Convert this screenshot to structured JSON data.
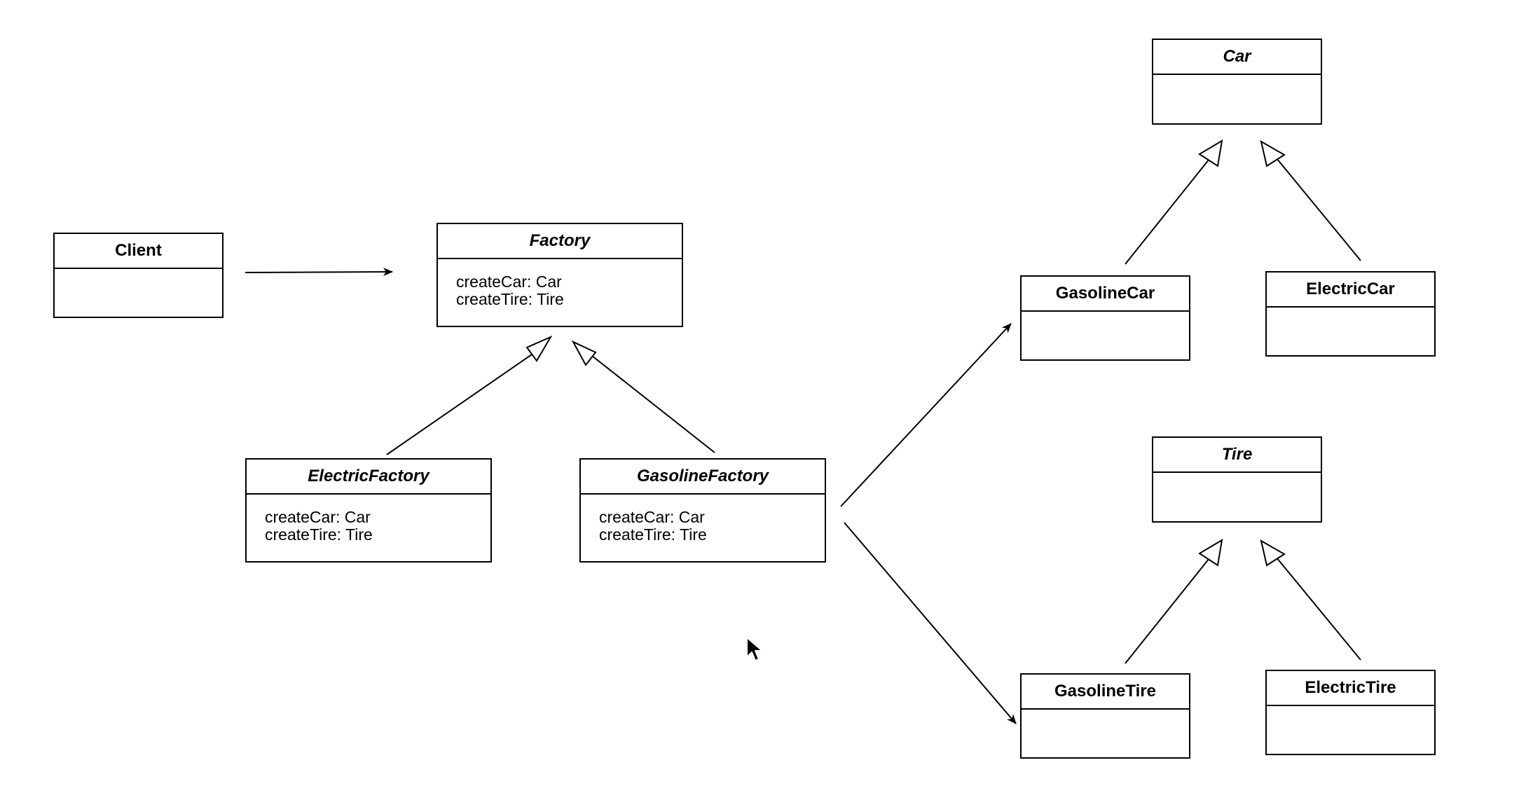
{
  "diagram": {
    "classes": {
      "client": {
        "name": "Client",
        "abstract": false,
        "methods": []
      },
      "factory": {
        "name": "Factory",
        "abstract": true,
        "methods": [
          "createCar: Car",
          "createTire: Tire"
        ]
      },
      "electric_factory": {
        "name": "ElectricFactory",
        "abstract": true,
        "methods": [
          "createCar: Car",
          "createTire: Tire"
        ]
      },
      "gasoline_factory": {
        "name": "GasolineFactory",
        "abstract": true,
        "methods": [
          "createCar: Car",
          "createTire: Tire"
        ]
      },
      "car": {
        "name": "Car",
        "abstract": true,
        "methods": []
      },
      "gasoline_car": {
        "name": "GasolineCar",
        "abstract": false,
        "methods": []
      },
      "electric_car": {
        "name": "ElectricCar",
        "abstract": false,
        "methods": []
      },
      "tire": {
        "name": "Tire",
        "abstract": true,
        "methods": []
      },
      "gasoline_tire": {
        "name": "GasolineTire",
        "abstract": false,
        "methods": []
      },
      "electric_tire": {
        "name": "ElectricTire",
        "abstract": false,
        "methods": []
      }
    },
    "relations": [
      {
        "from": "Client",
        "to": "Factory",
        "type": "association"
      },
      {
        "from": "ElectricFactory",
        "to": "Factory",
        "type": "generalization"
      },
      {
        "from": "GasolineFactory",
        "to": "Factory",
        "type": "generalization"
      },
      {
        "from": "GasolineFactory",
        "to": "GasolineCar",
        "type": "association"
      },
      {
        "from": "GasolineFactory",
        "to": "GasolineTire",
        "type": "association"
      },
      {
        "from": "GasolineCar",
        "to": "Car",
        "type": "generalization"
      },
      {
        "from": "ElectricCar",
        "to": "Car",
        "type": "generalization"
      },
      {
        "from": "GasolineTire",
        "to": "Tire",
        "type": "generalization"
      },
      {
        "from": "ElectricTire",
        "to": "Tire",
        "type": "generalization"
      }
    ],
    "colors": {
      "stroke": "#000000",
      "fill": "#ffffff"
    }
  }
}
